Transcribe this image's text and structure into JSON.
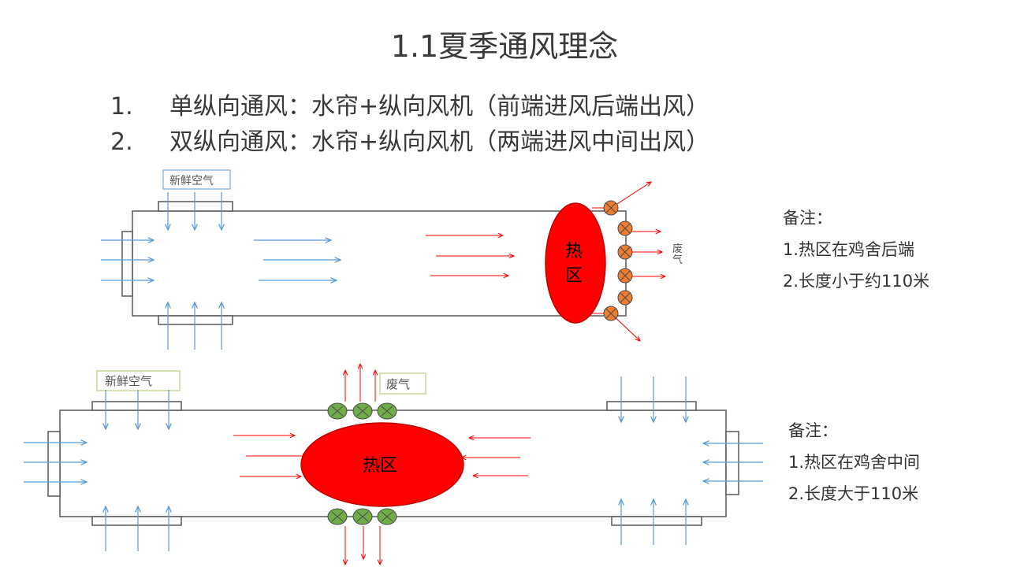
{
  "title": "1.1夏季通风理念",
  "points": [
    {
      "num": "1.",
      "text": "单纵向通风：水帘+纵向风机（前端进风后端出风）"
    },
    {
      "num": "2.",
      "text": "双纵向通风：水帘+纵向风机（两端进风中间出风）"
    }
  ],
  "diagram1": {
    "fresh_air_label": "新鲜空气",
    "hot_zone_label": [
      "热",
      "区"
    ],
    "exhaust_label": [
      "废",
      "气"
    ],
    "note": [
      "备注：",
      "1.热区在鸡舍后端",
      "2.长度小于约110米"
    ]
  },
  "diagram2": {
    "fresh_air_label": "新鲜空气",
    "hot_zone_label": "热区",
    "exhaust_label": "废气",
    "note": [
      "备注：",
      "1.热区在鸡舍中间",
      "2.长度大于110米"
    ]
  },
  "colors": {
    "fresh_arrow": "#5b9bd5",
    "warm_arrow": "#ff0000",
    "hot_zone": "#ff0000",
    "fan_orange": "#ed7d31",
    "fan_green": "#70ad47",
    "house_outline": "#595959"
  }
}
